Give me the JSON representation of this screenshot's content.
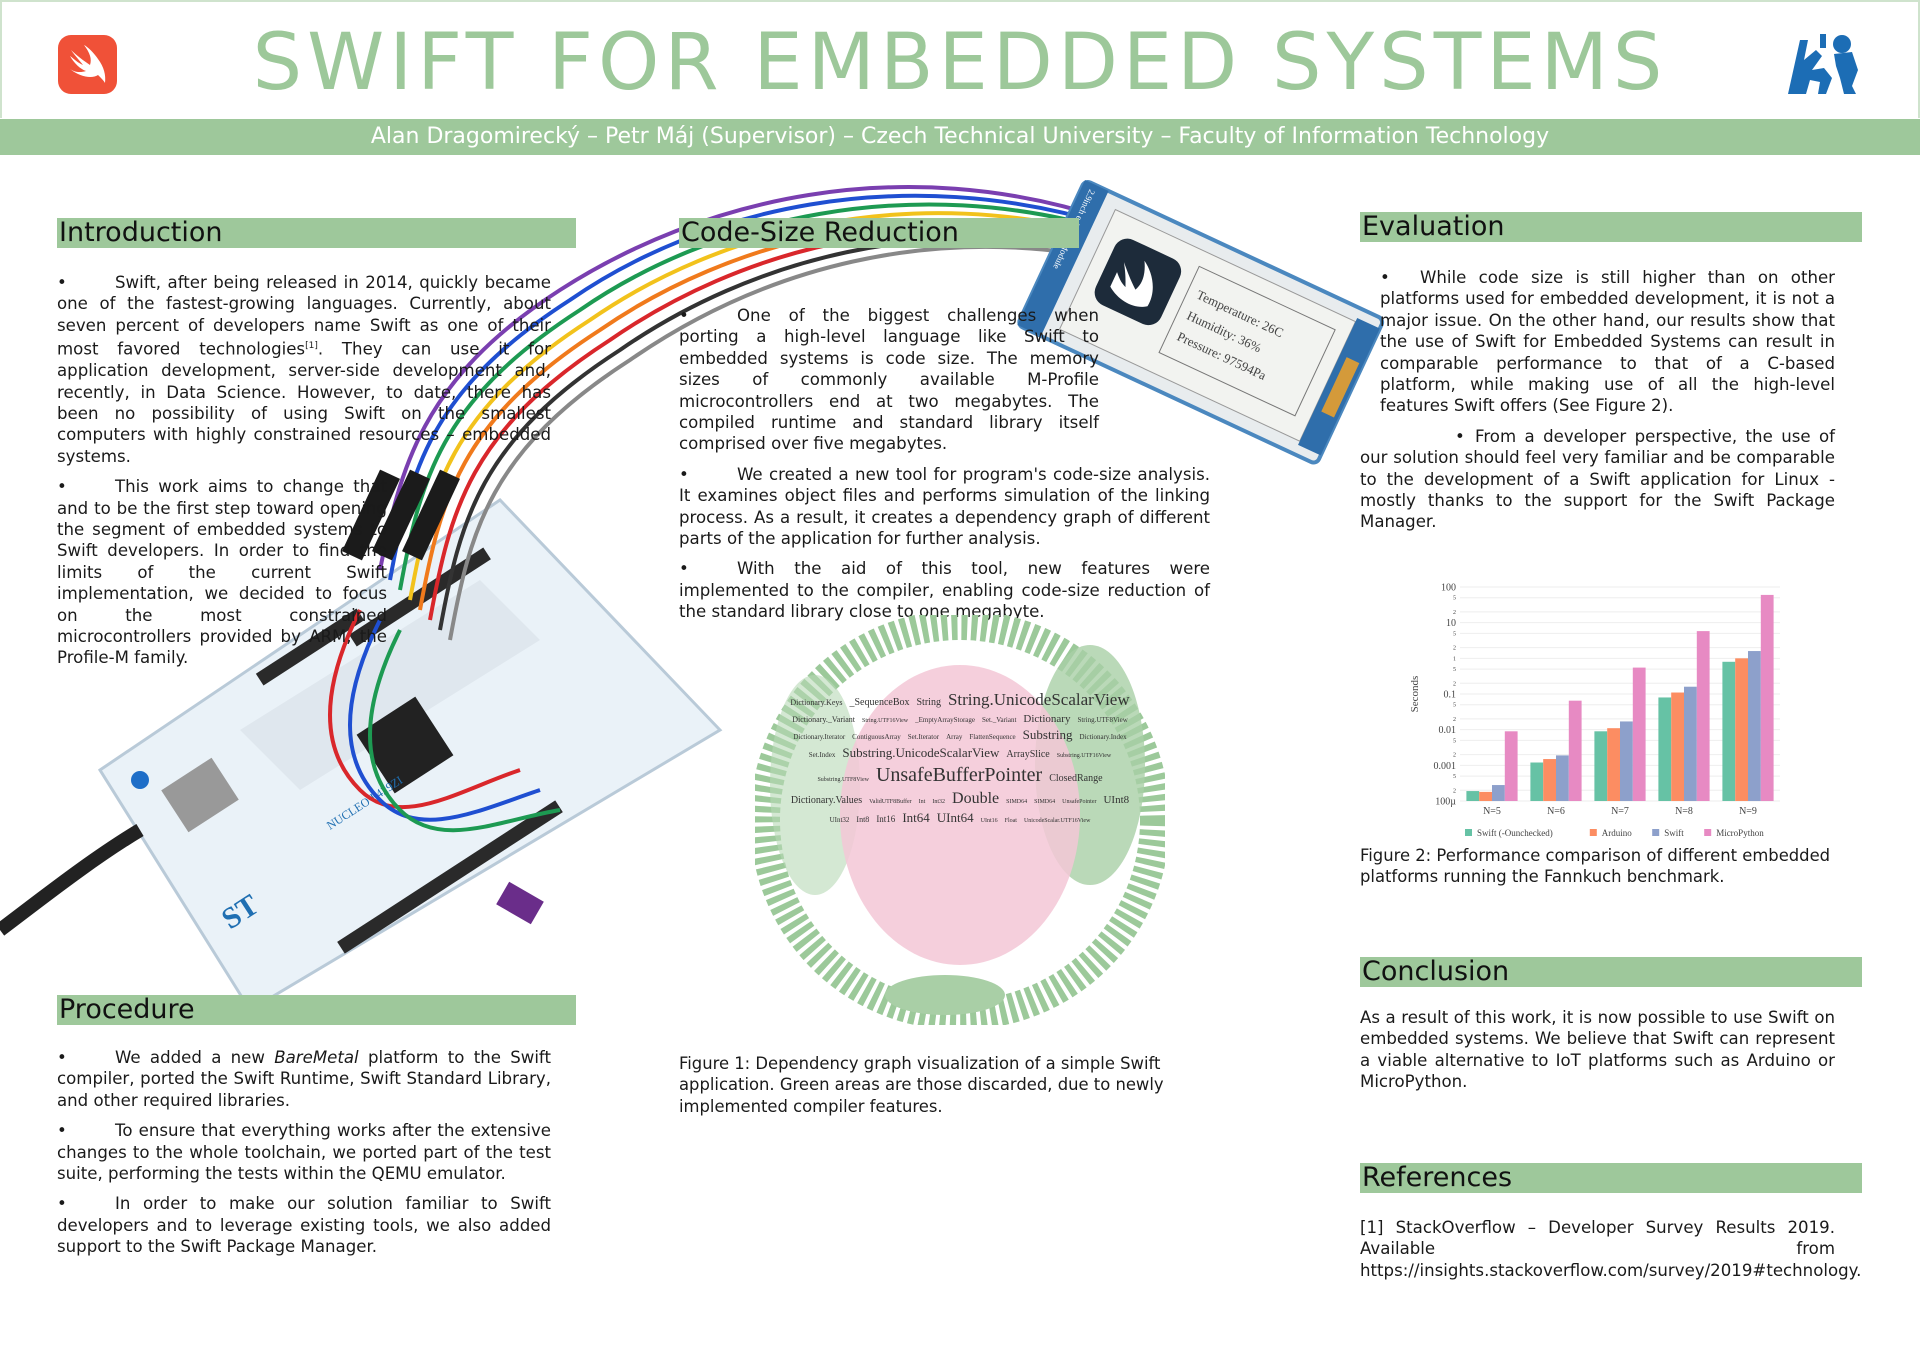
{
  "header": {
    "title": "SWIFT FOR EMBEDDED SYSTEMS",
    "subtitle": "Alan Dragomirecký – Petr Máj (Supervisor) – Czech Technical University – Faculty of Information Technology",
    "left_logo": "swift-logo",
    "right_logo": "ctu-lion-logo",
    "accent_color": "#9ec89b"
  },
  "introduction": {
    "heading": "Introduction",
    "p1": "Swift, after being released in 2014, quickly became one of the fastest-growing languages. Currently, about seven percent of developers name Swift as one of their most favored technologies",
    "p1_ref": "[1]",
    "p1_end": ". They can use it for application development, server-side development and, recently, in Data Science. However, to date, there has been no possibility of using Swift on the smallest computers with highly constrained resources – embedded systems.",
    "p2": "This work aims to change that and to be the first step toward opening the segment of embedded systems to Swift developers. In order to find the limits of the current Swift implementation, we decided to focus on the most constrained microcontrollers provided by ARM, the Profile-M family."
  },
  "procedure": {
    "heading": "Procedure",
    "p1_a": "We added a new ",
    "p1_em": "BareMetal",
    "p1_b": " platform to the Swift compiler, ported the Swift Runtime, Swift Standard Library, and other required libraries.",
    "p2": "To ensure that everything works after the extensive changes to the whole toolchain, we ported part of the test suite, performing the tests within the QEMU emulator.",
    "p3": "In order to make our solution familiar to Swift developers and to leverage existing tools, we also added support to the Swift Package Manager."
  },
  "code_size": {
    "heading": "Code-Size Reduction",
    "p1": "One of the biggest challenges when porting a high-level language like Swift to embedded systems is code size. The memory sizes of commonly available M-Profile microcontrollers end at two megabytes. The compiled runtime and standard library itself comprised over five megabytes.",
    "p2": "We created a new tool for program's code-size analysis. It examines object files and performs simulation of the linking process. As a result, it creates a dependency graph of different parts of the application for further analysis.",
    "p3": "With the aid of this tool, new features were implemented to the compiler, enabling code-size reduction of the standard library close to one megabyte.",
    "figure_caption": "Figure 1: Dependency graph visualization of a simple Swift application. Green areas are those discarded, due to newly implemented compiler features.",
    "graph_labels": [
      "Dictionary.Keys",
      "_SequenceBox",
      "String",
      "String.UnicodeScalarView",
      "Dictionary._Variant",
      "String.UTF16View",
      "_EmptyArrayStorage",
      "Set._Variant",
      "Dictionary",
      "String.UTF8View",
      "Dictionary.Iterator",
      "ContiguousArray",
      "Set.Iterator",
      "Array",
      "FlattenSequence",
      "Substring",
      "Dictionary.Index",
      "Set.Index",
      "Substring.UnicodeScalarView",
      "ArraySlice",
      "Substring.UTF16View",
      "Substring.UTF8View",
      "UnsafeBufferPointer",
      "ClosedRange",
      "Dictionary.Values",
      "ValidUTF8Buffer",
      "Int",
      "Int32",
      "Double",
      "SIMD64",
      "SIMD64",
      "UnsafePointer",
      "UInt8",
      "UInt32",
      "Int8",
      "Int16",
      "Int64",
      "UInt64",
      "UInt16",
      "Float",
      "UnicodeScalar.UTF16View"
    ]
  },
  "device": {
    "module_label": "2.9inch e-Paper Module",
    "line1": "Temperature: 26C",
    "line2": "Humidity: 36%",
    "line3": "Pressure: 97594Pa",
    "board_label": "NUCLEO F429ZI"
  },
  "evaluation": {
    "heading": "Evaluation",
    "p1": "While code size is still higher than on other platforms used for embedded development, it is not a major issue. On the other hand, our results show that the use of Swift for Embedded Systems can result in comparable performance to that of a C-based platform, while making use of all the high-level features Swift offers (See Figure 2).",
    "p2": "From a developer perspective, the use of our solution should feel very familiar and be comparable to the development of a Swift application for Linux - mostly thanks to the support for the Swift Package Manager.",
    "figure_caption": "Figure 2: Performance comparison of different embedded platforms running the Fannkuch benchmark."
  },
  "chart_data": {
    "type": "bar",
    "title": "",
    "xlabel": "",
    "ylabel": "Seconds",
    "yscale": "log",
    "ylim": [
      0.0001,
      100
    ],
    "yticks": [
      {
        "v": 100,
        "l": "100"
      },
      {
        "v": 50,
        "l": "5"
      },
      {
        "v": 20,
        "l": "2"
      },
      {
        "v": 10,
        "l": "10"
      },
      {
        "v": 5,
        "l": "5"
      },
      {
        "v": 2,
        "l": "2"
      },
      {
        "v": 1,
        "l": "1"
      },
      {
        "v": 0.5,
        "l": "5"
      },
      {
        "v": 0.2,
        "l": "2"
      },
      {
        "v": 0.1,
        "l": "0.1"
      },
      {
        "v": 0.05,
        "l": "5"
      },
      {
        "v": 0.02,
        "l": "2"
      },
      {
        "v": 0.01,
        "l": "0.01"
      },
      {
        "v": 0.005,
        "l": "5"
      },
      {
        "v": 0.002,
        "l": "2"
      },
      {
        "v": 0.001,
        "l": "0.001"
      },
      {
        "v": 0.0005,
        "l": "5"
      },
      {
        "v": 0.0002,
        "l": "2"
      },
      {
        "v": 0.0001,
        "l": "100µ"
      }
    ],
    "grid": true,
    "legend_position": "bottom",
    "categories": [
      "N=5",
      "N=6",
      "N=7",
      "N=8",
      "N=9"
    ],
    "series": [
      {
        "name": "Swift (-Ounchecked)",
        "color": "#66c2a5",
        "values": [
          0.00019,
          0.0012,
          0.009,
          0.08,
          0.8
        ]
      },
      {
        "name": "Arduino",
        "color": "#fc8d62",
        "values": [
          0.00018,
          0.0015,
          0.011,
          0.11,
          1.0
        ]
      },
      {
        "name": "Swift",
        "color": "#8da0cb",
        "values": [
          0.00028,
          0.0019,
          0.017,
          0.16,
          1.6
        ]
      },
      {
        "name": "MicroPython",
        "color": "#e78ac3",
        "values": [
          0.009,
          0.065,
          0.55,
          5.8,
          60
        ]
      }
    ]
  },
  "conclusion": {
    "heading": "Conclusion",
    "text": "As a result of this work, it is now possible to use Swift on embedded systems. We believe that Swift can represent a viable alternative to IoT platforms such as Arduino or MicroPython."
  },
  "references": {
    "heading": "References",
    "items": [
      "[1] StackOverflow – Developer Survey Results 2019. Available from https://insights.stackoverflow.com/survey/2019#technology."
    ]
  }
}
